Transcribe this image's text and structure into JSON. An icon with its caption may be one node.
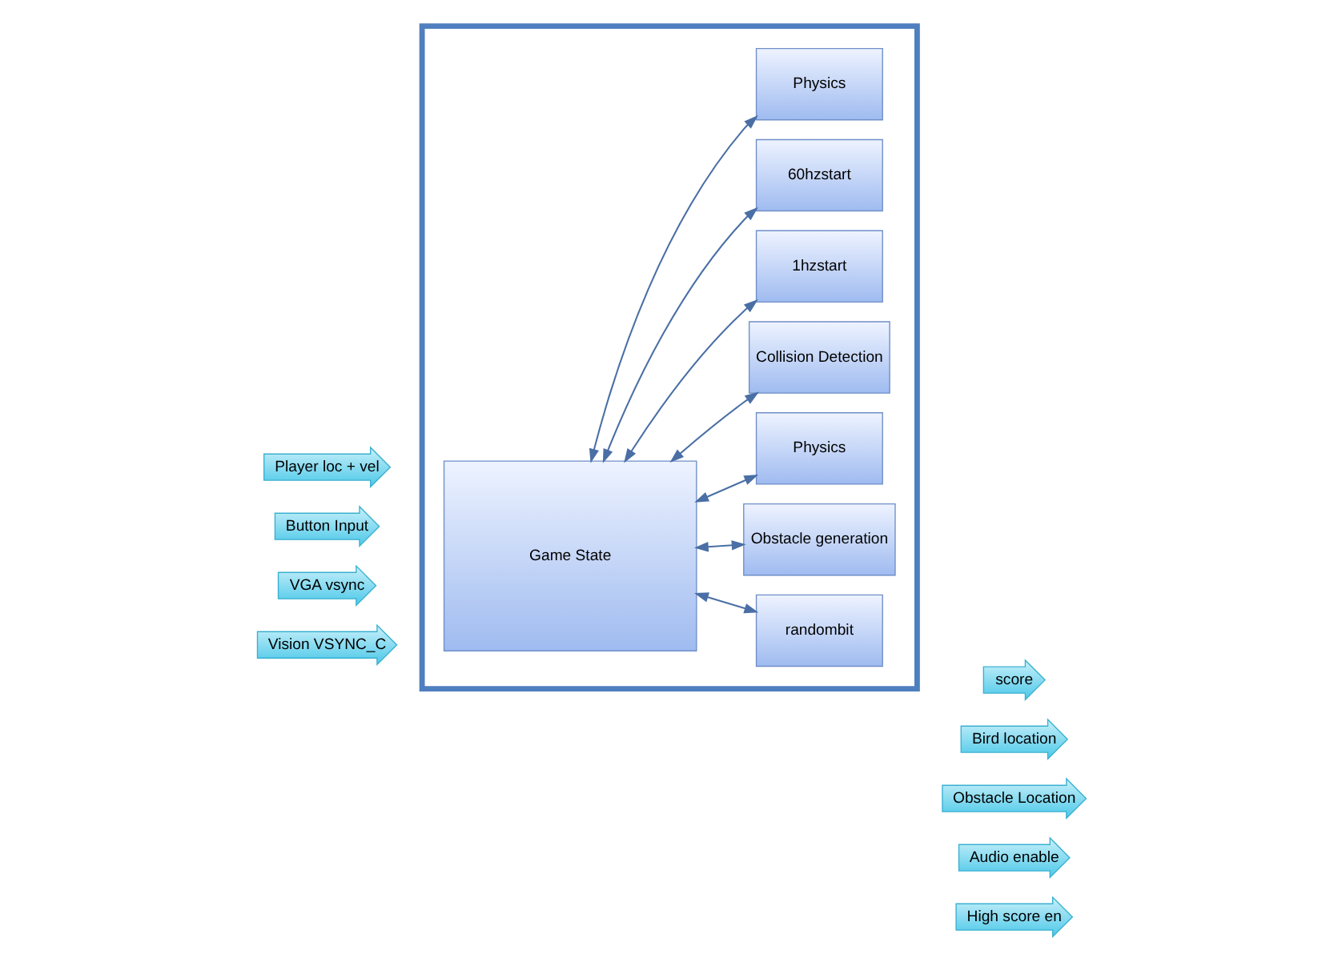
{
  "diagram": {
    "nodes": [
      {
        "text": [],
        "shape": "box"
      },
      {
        "text": [
          "Player loc + vel"
        ]
      },
      {
        "text": [
          "Button Input"
        ]
      },
      {
        "text": [
          "VGA vsync"
        ]
      },
      {
        "text": [
          "Vision VSYNC_C"
        ]
      },
      {
        "text": [
          "Game State"
        ],
        "in": 0
      },
      {
        "text": [
          "score"
        ]
      },
      {
        "text": [
          "Bird location"
        ]
      },
      {
        "text": [
          "Obstacle Location"
        ]
      },
      {
        "text": [
          "Audio enable"
        ]
      },
      {
        "text": [
          "High score en"
        ]
      },
      {
        "text": [
          "randombit"
        ],
        "in": 0
      },
      {
        "text": [
          "Obstacle generation"
        ],
        "in": 0
      },
      {
        "text": [
          "Physics"
        ],
        "in": 0
      },
      {
        "text": [
          "Collision Detection"
        ],
        "in": 0
      },
      {
        "text": [
          "1hzstart"
        ],
        "in": 0
      },
      {
        "text": [
          "60hzstart"
        ],
        "in": 0
      },
      {
        "text": [
          "Physics"
        ],
        "in": 0
      }
    ],
    "edges": [
      {
        "from": 5,
        "to": 11,
        "arrow": "both"
      },
      {
        "from": 5,
        "to": 15,
        "arrow": "both"
      },
      {
        "from": 5,
        "to": 12,
        "arrow": "both"
      },
      {
        "from": 5,
        "to": 16,
        "arrow": "both"
      },
      {
        "from": 5,
        "to": 17,
        "arrow": "both"
      },
      {
        "from": 5,
        "to": 14,
        "arrow": "both"
      },
      {
        "from": 5,
        "to": 13,
        "arrow": "both"
      }
    ]
  }
}
